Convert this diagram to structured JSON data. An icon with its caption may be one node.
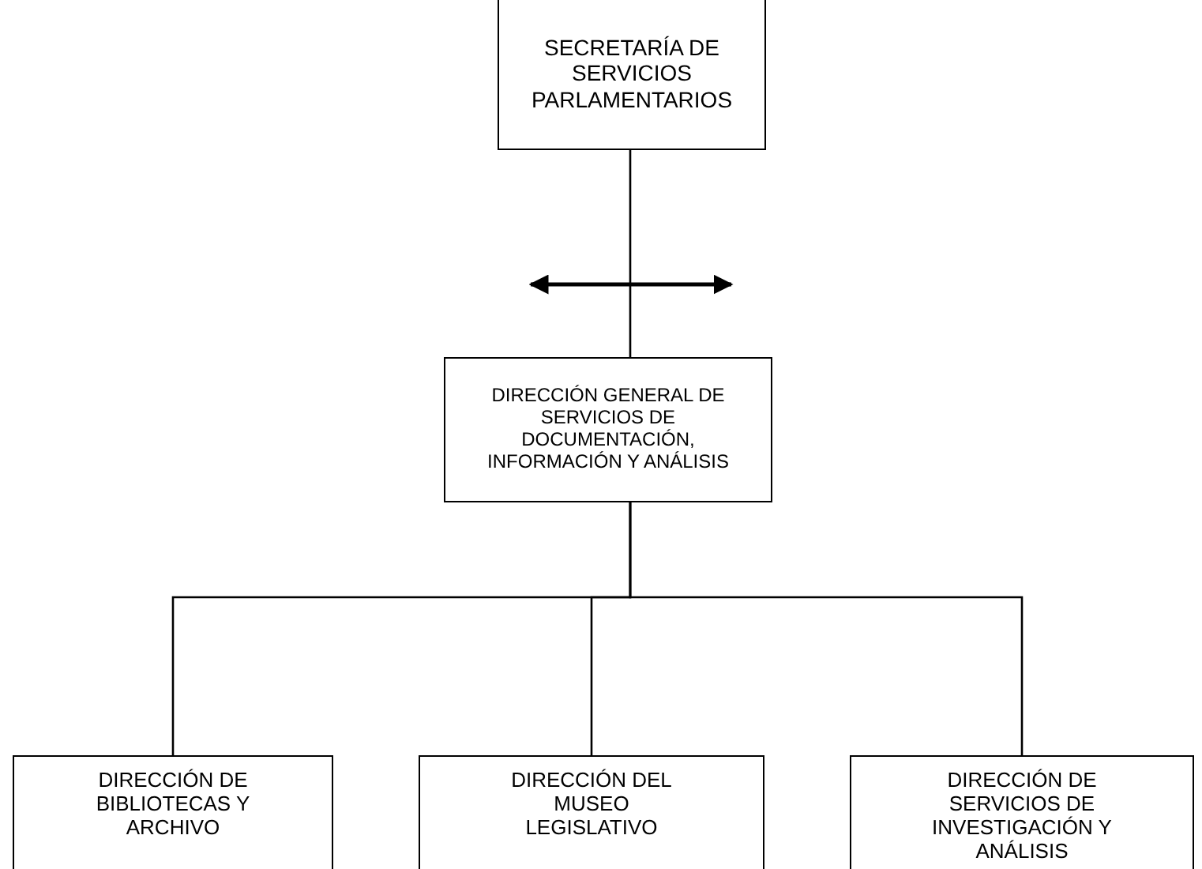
{
  "diagram": {
    "nodes": [
      {
        "text": [
          "SECRETARÍA DE SERVICIOS PARLAMENTARIOS"
        ]
      },
      {
        "text": [
          "DIRECCIÓN GENERAL DE SERVICIOS DE DOCUMENTACIÓN, INFORMACIÓN Y ANÁLISIS"
        ]
      },
      {
        "text": [
          "DIRECCIÓN DE BIBLIOTECAS Y ARCHIVO"
        ]
      },
      {
        "text": [
          "DIRECCIÓN DEL MUSEO LEGISLATIVO"
        ]
      },
      {
        "text": [
          "DIRECCIÓN DE SERVICIOS DE INVESTIGACIÓN Y ANÁLISIS"
        ]
      }
    ],
    "edges": [
      {
        "from": 0,
        "to": 1,
        "arrow": "none"
      },
      {
        "from": 1,
        "to": 2,
        "arrow": "none"
      },
      {
        "from": 1,
        "to": 3,
        "arrow": "none"
      },
      {
        "from": 1,
        "to": 4,
        "arrow": "none"
      }
    ]
  }
}
